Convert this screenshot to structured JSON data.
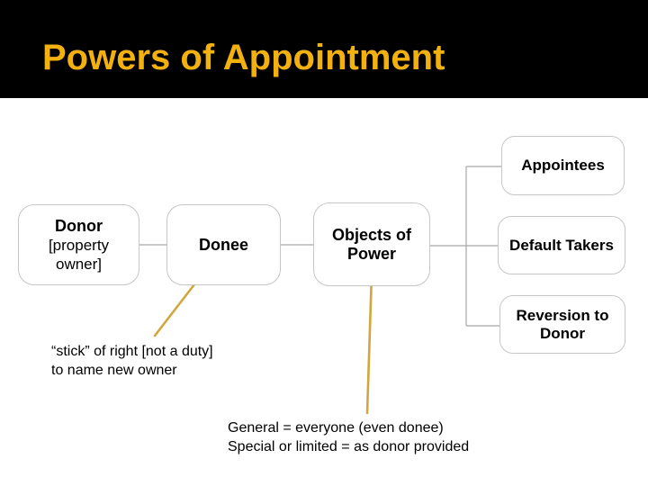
{
  "header": {
    "title": "Powers of Appointment"
  },
  "colors": {
    "slide_bg": "#FFFFFF",
    "header_bg": "#000000",
    "title": "#F2B10E",
    "box_border": "#C6C6C6",
    "box_text": "#000000",
    "connector": "#A6A6A6",
    "callout": "#D2A63C",
    "note_text": "#000000"
  },
  "diagram": {
    "donor": {
      "title": "Donor",
      "subtitle": "[property owner]"
    },
    "donee": {
      "title": "Donee"
    },
    "objects_of_power": {
      "title": "Objects of Power"
    },
    "appointees": {
      "title": "Appointees"
    },
    "default_takers": {
      "title": "Default Takers"
    },
    "reversion_to_donor": {
      "title": "Reversion to Donor"
    }
  },
  "notes": {
    "donee_note": {
      "line1": "“stick” of right [not a duty]",
      "line2": "to name new owner"
    },
    "objects_note": {
      "line1": "General = everyone (even donee)",
      "line2": "Special or limited = as donor provided"
    }
  }
}
